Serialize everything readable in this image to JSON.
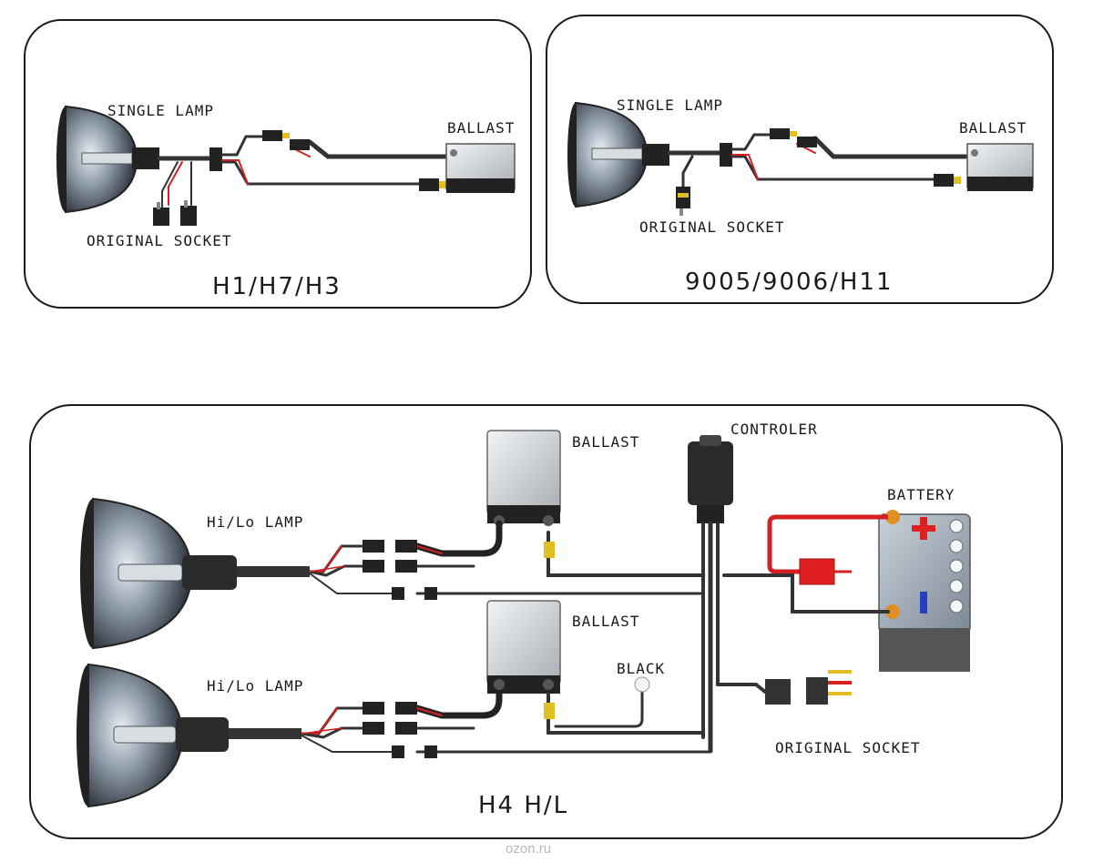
{
  "panels": {
    "h1": {
      "single_lamp": "SINGLE LAMP",
      "ballast": "BALLAST",
      "original_socket": "ORIGINAL SOCKET",
      "title": "H1/H7/H3"
    },
    "p9005": {
      "single_lamp": "SINGLE LAMP",
      "ballast": "BALLAST",
      "original_socket": "ORIGINAL SOCKET",
      "title": "9005/9006/H11"
    },
    "h4": {
      "ballast_top": "BALLAST",
      "controller": "CONTROLER",
      "battery": "BATTERY",
      "hilo_top": "Hi/Lo LAMP",
      "ballast_bottom": "BALLAST",
      "black": "BLACK",
      "hilo_bottom": "Hi/Lo LAMP",
      "original_socket": "ORIGINAL SOCKET",
      "title": "H4 H/L"
    }
  },
  "watermark": "ozon.ru",
  "colors": {
    "wire": "#333333",
    "wire_red": "#d42020",
    "panel_border": "#1a1a1a",
    "battery_plus": "#e02020",
    "battery_minus": "#2040c0"
  }
}
